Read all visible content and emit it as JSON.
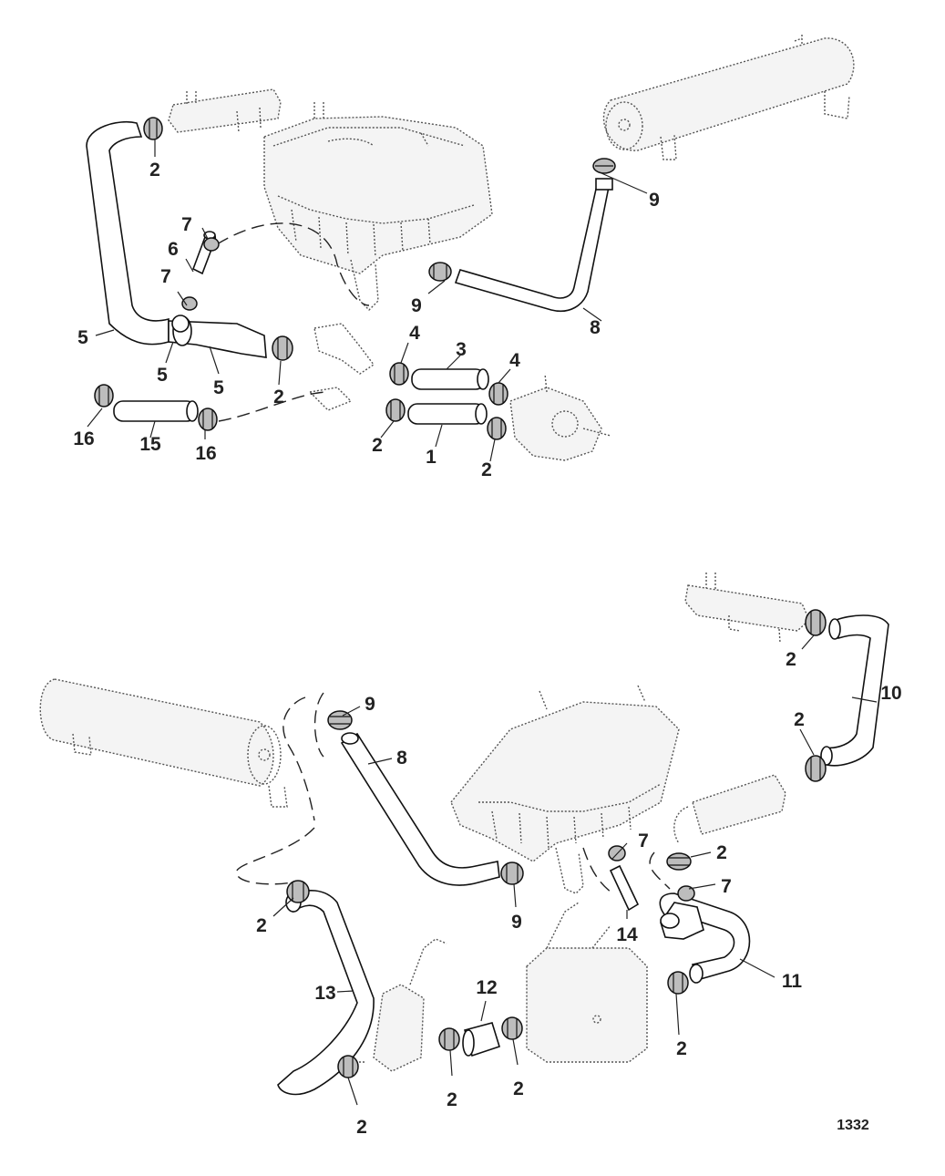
{
  "diagram": {
    "figure_id": "1332",
    "upper_callouts": [
      "2",
      "9",
      "7",
      "6",
      "7",
      "9",
      "8",
      "5",
      "5",
      "5",
      "2",
      "4",
      "3",
      "4",
      "16",
      "15",
      "16",
      "2",
      "1",
      "2"
    ],
    "lower_callouts": [
      "2",
      "10",
      "9",
      "8",
      "2",
      "7",
      "2",
      "7",
      "14",
      "11",
      "2",
      "9",
      "2",
      "13",
      "12",
      "2",
      "2",
      "2"
    ]
  }
}
